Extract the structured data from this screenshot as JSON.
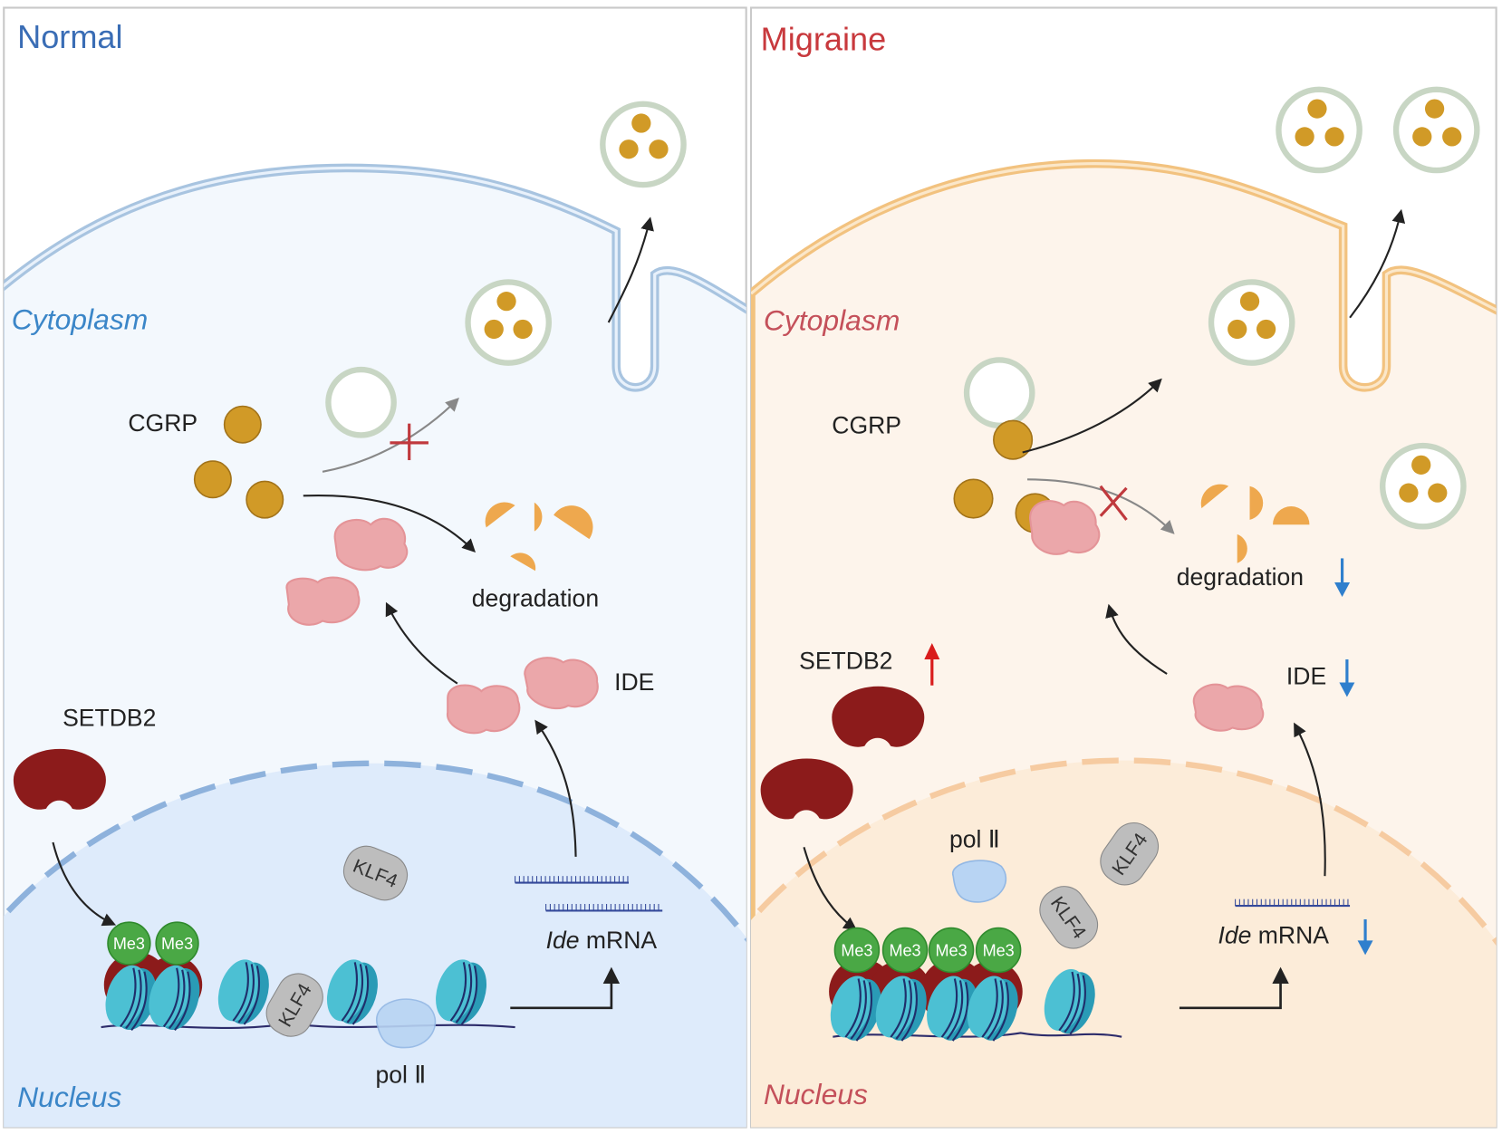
{
  "figure": {
    "panels": [
      {
        "id": "normal",
        "title": "Normal",
        "title_color": "#3a6db5",
        "cytoplasm_label": "Cytoplasm",
        "nucleus_label": "Nucleus",
        "region_label_color": "#3b86c8",
        "membrane_color": "#a8c4e0",
        "cytoplasm_fill": "#f3f8fd",
        "nucleus_fill": "#deebfb",
        "labels": {
          "cgrp": "CGRP",
          "degradation": "degradation",
          "ide": "IDE",
          "setdb2": "SETDB2",
          "klf4": "KLF4",
          "me3": "Me3",
          "pol2": "pol  Ⅱ",
          "mrna_gene": "Ide",
          "mrna_suffix": " mRNA"
        },
        "me3_marks": 2,
        "ide_count": 4,
        "secretion_blocked": true,
        "degradation_blocked": false
      },
      {
        "id": "migraine",
        "title": "Migraine",
        "title_color": "#c8393d",
        "cytoplasm_label": "Cytoplasm",
        "nucleus_label": "Nucleus",
        "region_label_color": "#c4505a",
        "membrane_color": "#f2c27f",
        "cytoplasm_fill": "#fdf4eb",
        "nucleus_fill": "#fcecd9",
        "labels": {
          "cgrp": "CGRP",
          "degradation": "degradation",
          "ide": "IDE",
          "setdb2": "SETDB2",
          "klf4": "KLF4",
          "me3": "Me3",
          "pol2": "pol  Ⅱ",
          "mrna_gene": "Ide",
          "mrna_suffix": " mRNA"
        },
        "me3_marks": 4,
        "ide_count": 2,
        "secretion_blocked": false,
        "degradation_blocked": true,
        "changes": {
          "setdb2": "up",
          "ide": "down",
          "degradation": "down",
          "ide_mrna": "down"
        }
      }
    ],
    "colors": {
      "cgrp": "#d19a27",
      "cgrp_fragment": "#eea84e",
      "ide": "#eba7aa",
      "setdb2": "#8c1b1b",
      "me3": "#4aa845",
      "nucleosome": "#3fb6cc",
      "klf4": "#bdbdbd",
      "pol2": "#b8d4f3",
      "block_x": "#c0393d",
      "up_arrow": "#d91c1c",
      "down_arrow": "#2f7fcd",
      "vesicle_ring": "#c8d6c4"
    }
  }
}
